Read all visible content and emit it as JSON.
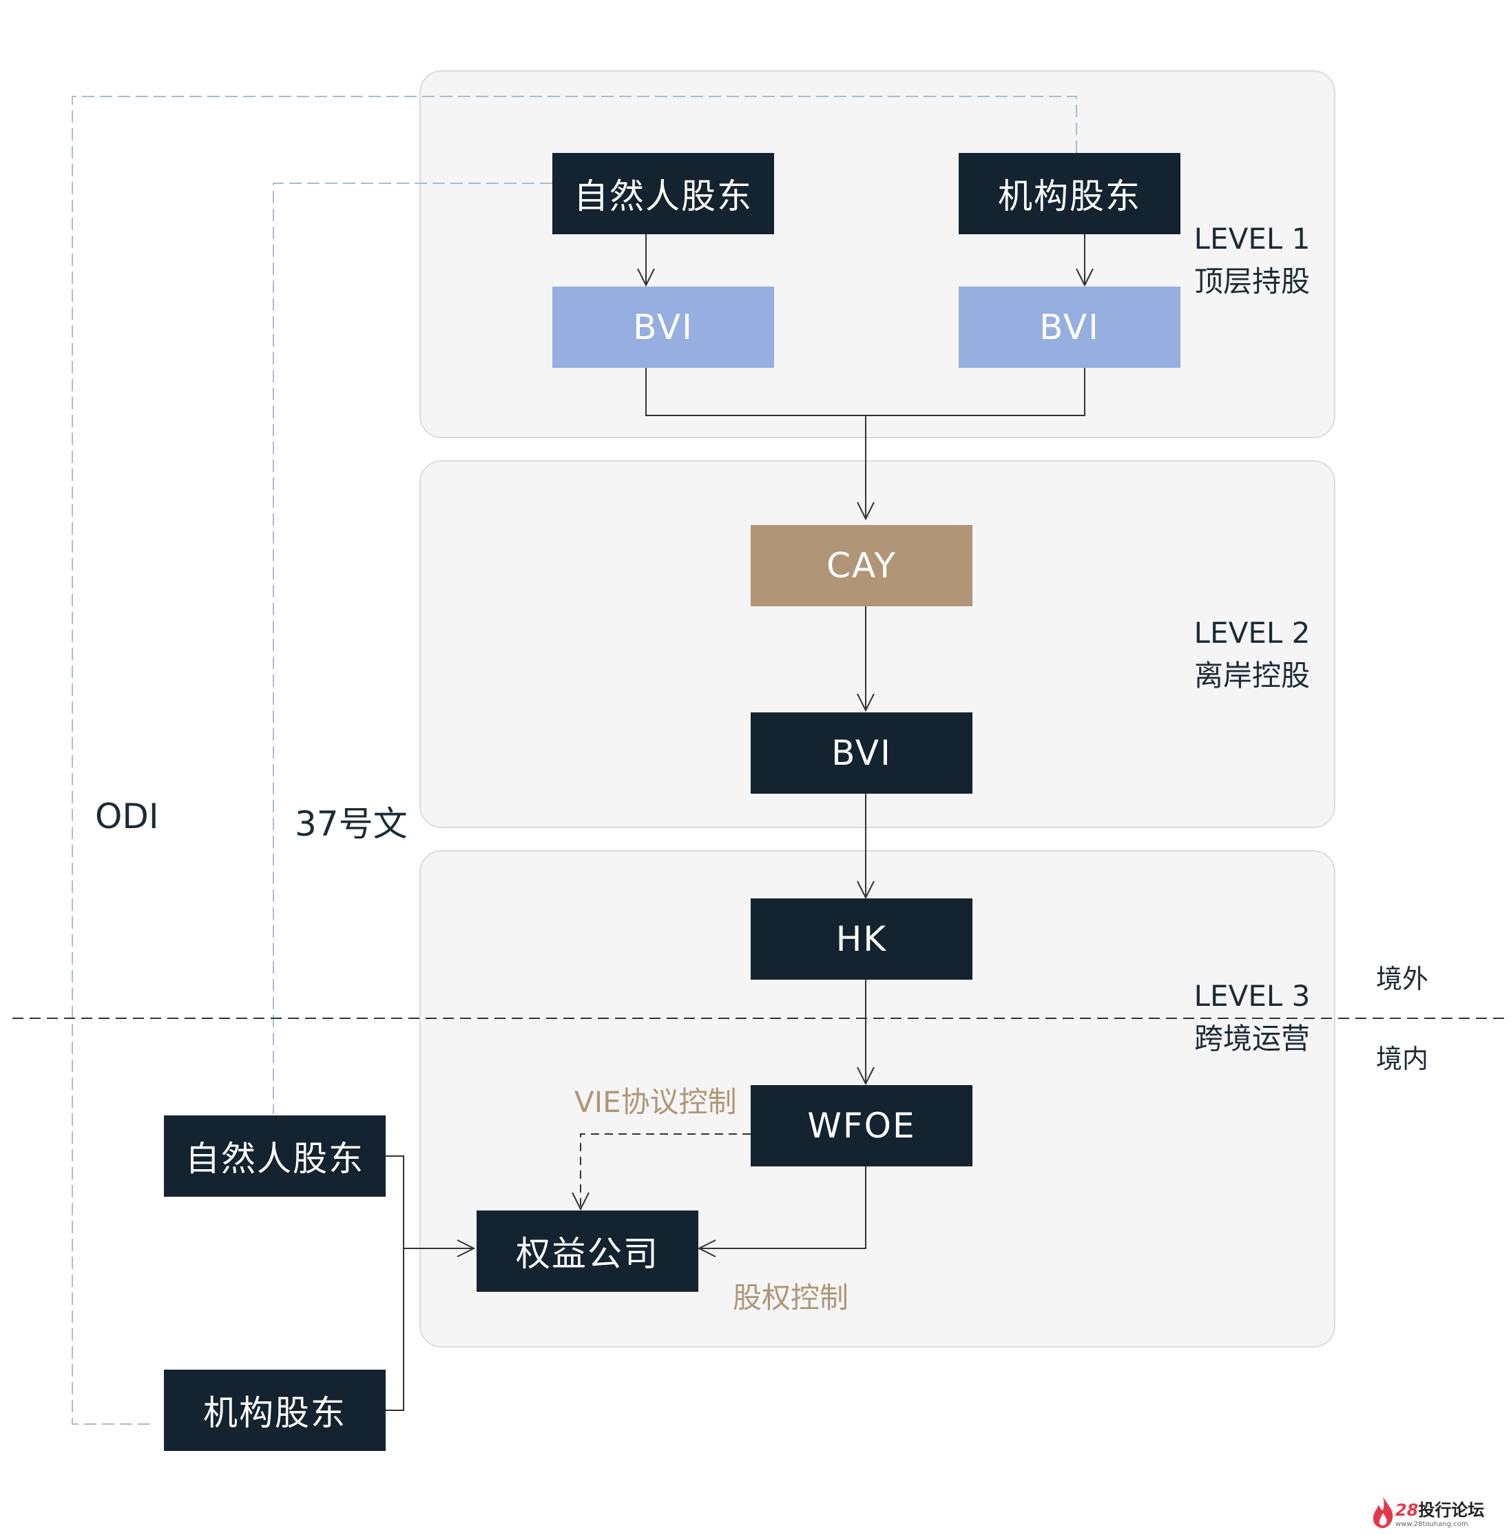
{
  "levels": [
    {
      "level": "LEVEL 1",
      "name": "顶层持股"
    },
    {
      "level": "LEVEL 2",
      "name": "离岸控股"
    },
    {
      "level": "LEVEL 3",
      "name": "跨境运营"
    }
  ],
  "nodes": {
    "natural_shareholder_top": "自然人股东",
    "institutional_shareholder_top": "机构股东",
    "bvi_left": "BVI",
    "bvi_right": "BVI",
    "cay": "CAY",
    "bvi_mid": "BVI",
    "hk": "HK",
    "wfoe": "WFOE",
    "equity_company": "权益公司",
    "natural_shareholder_bottom": "自然人股东",
    "institutional_shareholder_bottom": "机构股东"
  },
  "labels": {
    "odi": "ODI",
    "circular_37": "37号文",
    "vie_control": "VIE协议控制",
    "equity_control": "股权控制",
    "offshore": "境外",
    "onshore": "境内"
  },
  "watermark": {
    "number": "28",
    "name": "投行论坛",
    "url": "www.28touhang.com"
  },
  "colors": {
    "dark_node": "#13232f",
    "bvi_node": "#96aee0",
    "cay_node": "#b09677",
    "panel": "#f5f5f5",
    "dashed_line": "#a9bccb",
    "annotation": "#b09677"
  }
}
